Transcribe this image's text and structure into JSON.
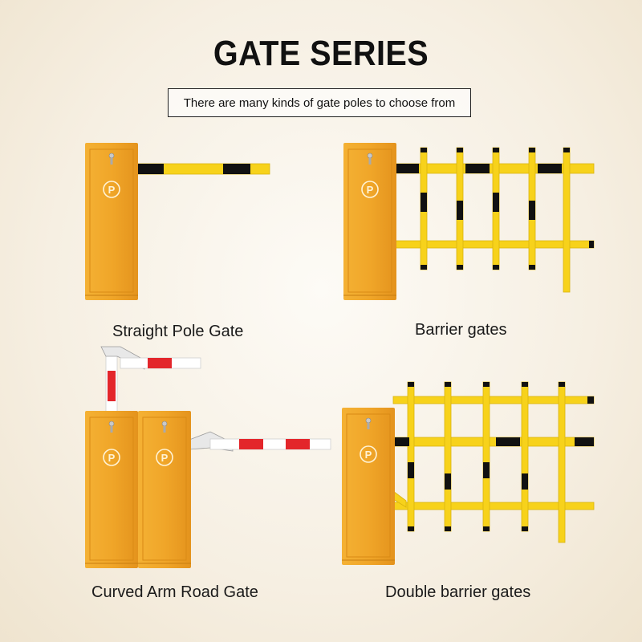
{
  "header": {
    "title": "GATE SERIES",
    "subtitle": "There are many kinds of gate poles to choose from"
  },
  "gates": [
    {
      "caption": "Straight Pole Gate"
    },
    {
      "caption": "Barrier gates"
    },
    {
      "caption": "Curved Arm Road Gate"
    },
    {
      "caption": "Double barrier gates"
    }
  ],
  "colors": {
    "cabinet": "#f0a629",
    "pole_yellow": "#f7d21b",
    "stripe_black": "#111111",
    "stripe_red": "#e3262b",
    "arm_white": "#ffffff"
  }
}
